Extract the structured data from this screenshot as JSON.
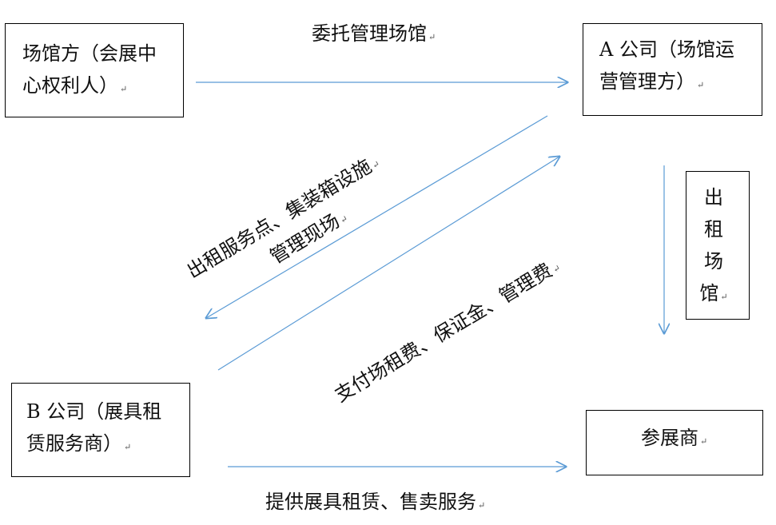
{
  "nodes": {
    "venue_owner": {
      "line1": "场馆方（会展中",
      "line2": "心权利人）"
    },
    "company_a": {
      "line1": "A 公司（场馆运",
      "line2": "营管理方）"
    },
    "company_b": {
      "line1": "B 公司（展具租",
      "line2": "赁服务商）"
    },
    "exhibitor": {
      "label": "参展商"
    },
    "rent_venue": {
      "chars": [
        "出",
        "租",
        "场",
        "馆"
      ]
    }
  },
  "edges": {
    "entrust": "委托管理场馆",
    "rent_points_line1": "出租服务点、集装箱设施",
    "rent_points_line2": "管理现场",
    "pay_fees": "支付场租费、保证金、管理费",
    "provide_services": "提供展具租赁、售卖服务"
  },
  "symbols": {
    "paragraph_mark": "↵"
  },
  "colors": {
    "arrow": "#5b9bd5",
    "box_border": "#000000",
    "text": "#111111"
  }
}
